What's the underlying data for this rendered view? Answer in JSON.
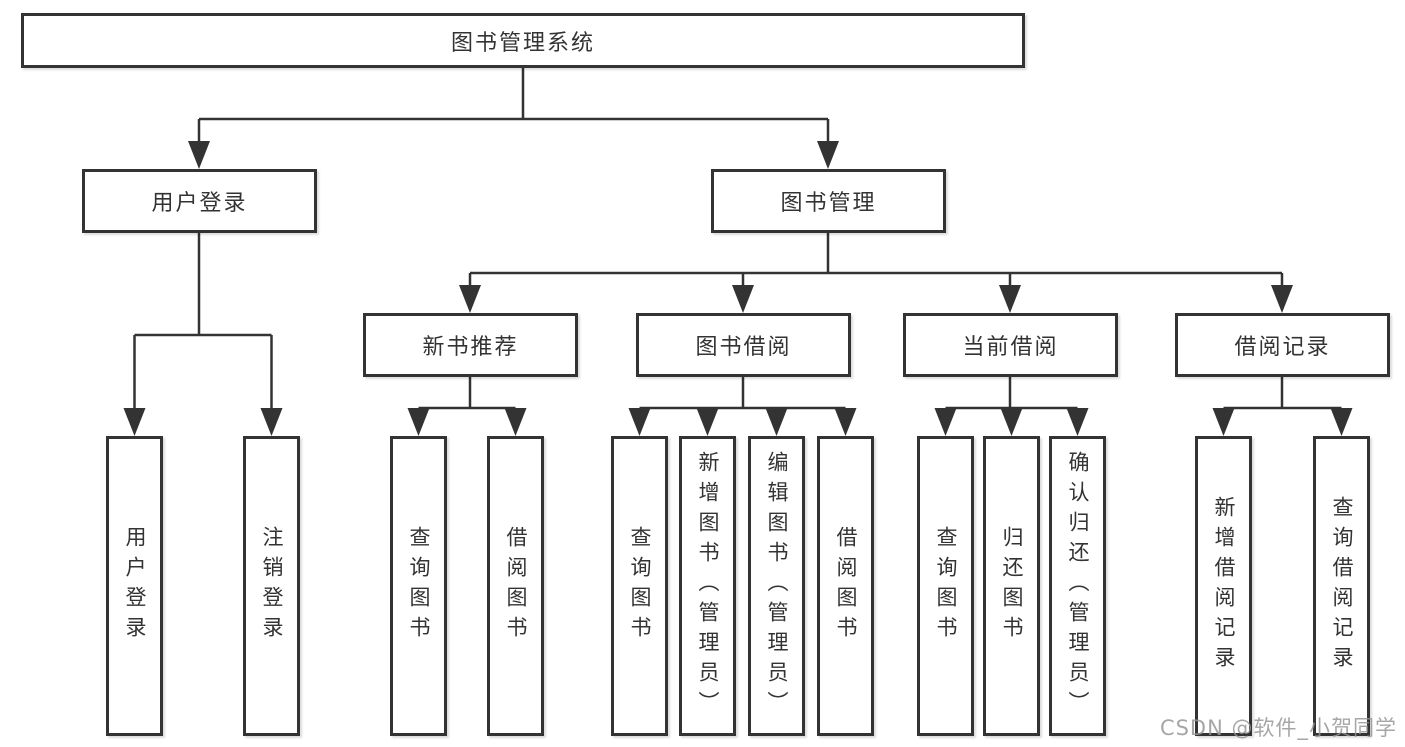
{
  "diagram": {
    "root": "图书管理系统",
    "branches": [
      {
        "label": "用户登录",
        "children": [
          "用户登录",
          "注销登录"
        ]
      },
      {
        "label": "图书管理",
        "sections": [
          {
            "label": "新书推荐",
            "children": [
              "查询图书",
              "借阅图书"
            ]
          },
          {
            "label": "图书借阅",
            "children": [
              "查询图书",
              "新增图书（管理员）",
              "编辑图书（管理员）",
              "借阅图书"
            ]
          },
          {
            "label": "当前借阅",
            "children": [
              "查询图书",
              "归还图书",
              "确认归还（管理员）"
            ]
          },
          {
            "label": "借阅记录",
            "children": [
              "新增借阅记录",
              "查询借阅记录"
            ]
          }
        ]
      }
    ]
  },
  "watermark": {
    "text": "CSDN @软件_小贺同学"
  },
  "colors": {
    "line": "#333333",
    "box_border": "#333333",
    "text": "#333333",
    "watermark": "#969696",
    "background": "#ffffff"
  }
}
